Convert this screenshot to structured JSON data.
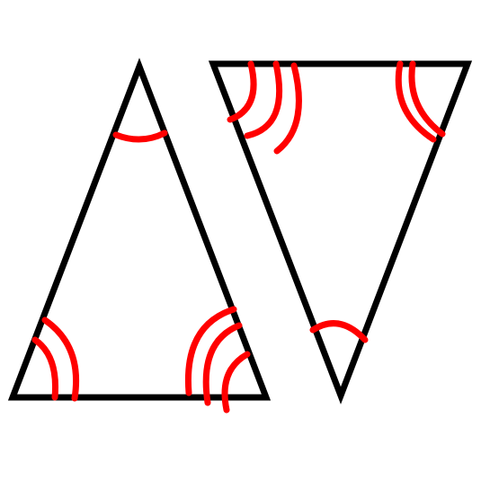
{
  "diagram": {
    "colors": {
      "background": "#ffffff",
      "triangle_outline": "#000000",
      "angle_marks": "#ff0000"
    },
    "triangles": [
      {
        "id": "left-triangle",
        "orientation": "apex-up",
        "angles": [
          {
            "vertex": "top",
            "arc_count": 1
          },
          {
            "vertex": "bottom-left",
            "arc_count": 2
          },
          {
            "vertex": "bottom-right",
            "arc_count": 3
          }
        ]
      },
      {
        "id": "right-triangle",
        "orientation": "apex-down",
        "angles": [
          {
            "vertex": "top-left",
            "arc_count": 3
          },
          {
            "vertex": "top-right",
            "arc_count": 2
          },
          {
            "vertex": "bottom",
            "arc_count": 1
          }
        ]
      }
    ]
  }
}
